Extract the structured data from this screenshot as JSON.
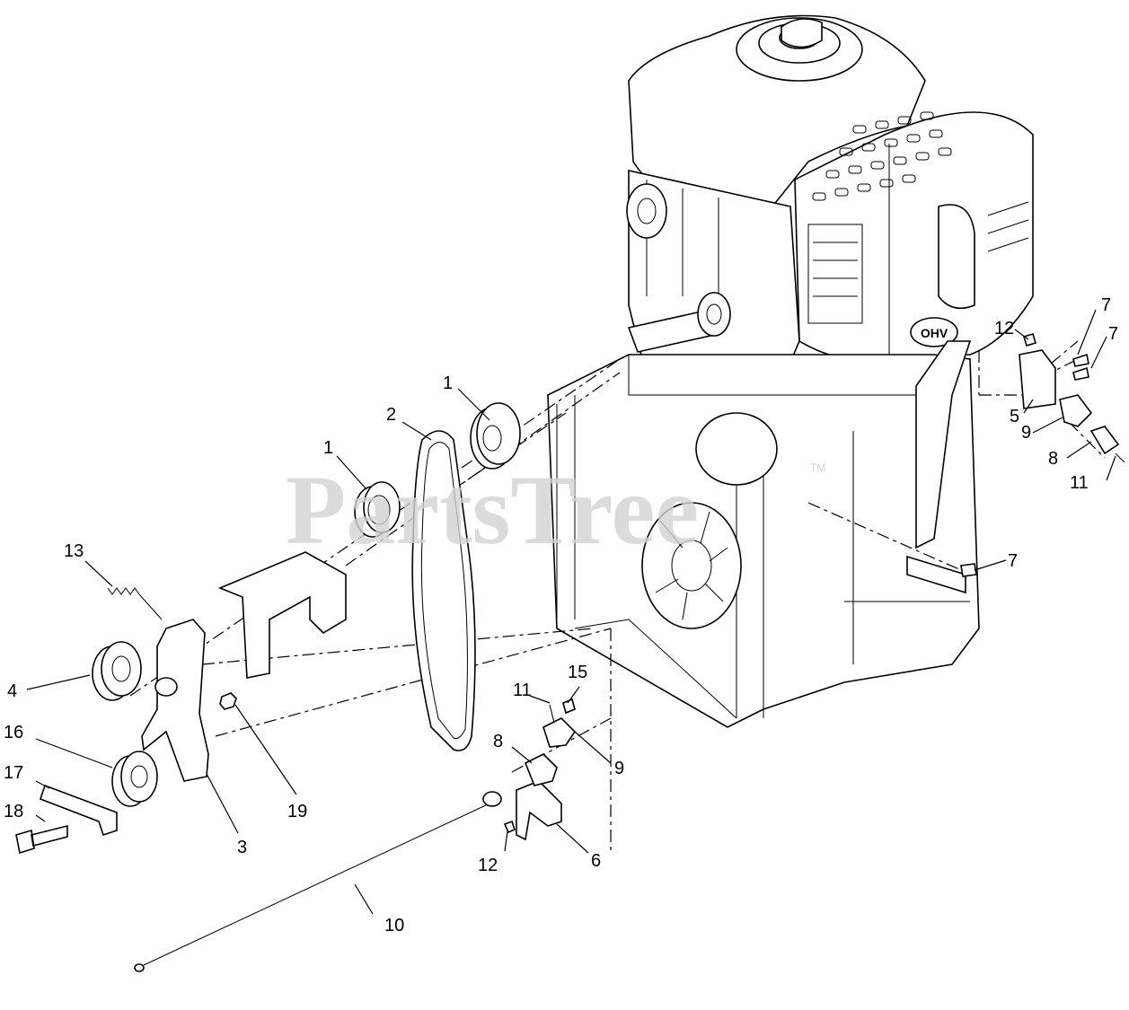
{
  "watermark": {
    "text": "PartsTree",
    "trademark": "TM"
  },
  "engine": {
    "badge_text": "OHV"
  },
  "callouts": [
    {
      "id": "c1a",
      "label": "1"
    },
    {
      "id": "c1b",
      "label": "1"
    },
    {
      "id": "c2",
      "label": "2"
    },
    {
      "id": "c3",
      "label": "3"
    },
    {
      "id": "c4",
      "label": "4"
    },
    {
      "id": "c5",
      "label": "5"
    },
    {
      "id": "c6",
      "label": "6"
    },
    {
      "id": "c7a",
      "label": "7"
    },
    {
      "id": "c7b",
      "label": "7"
    },
    {
      "id": "c7c",
      "label": "7"
    },
    {
      "id": "c8a",
      "label": "8"
    },
    {
      "id": "c8b",
      "label": "8"
    },
    {
      "id": "c9a",
      "label": "9"
    },
    {
      "id": "c9b",
      "label": "9"
    },
    {
      "id": "c10",
      "label": "10"
    },
    {
      "id": "c11a",
      "label": "11"
    },
    {
      "id": "c11b",
      "label": "11"
    },
    {
      "id": "c12a",
      "label": "12"
    },
    {
      "id": "c12b",
      "label": "12"
    },
    {
      "id": "c13",
      "label": "13"
    },
    {
      "id": "c15",
      "label": "15"
    },
    {
      "id": "c16",
      "label": "16"
    },
    {
      "id": "c17",
      "label": "17"
    },
    {
      "id": "c18",
      "label": "18"
    },
    {
      "id": "c19",
      "label": "19"
    }
  ]
}
